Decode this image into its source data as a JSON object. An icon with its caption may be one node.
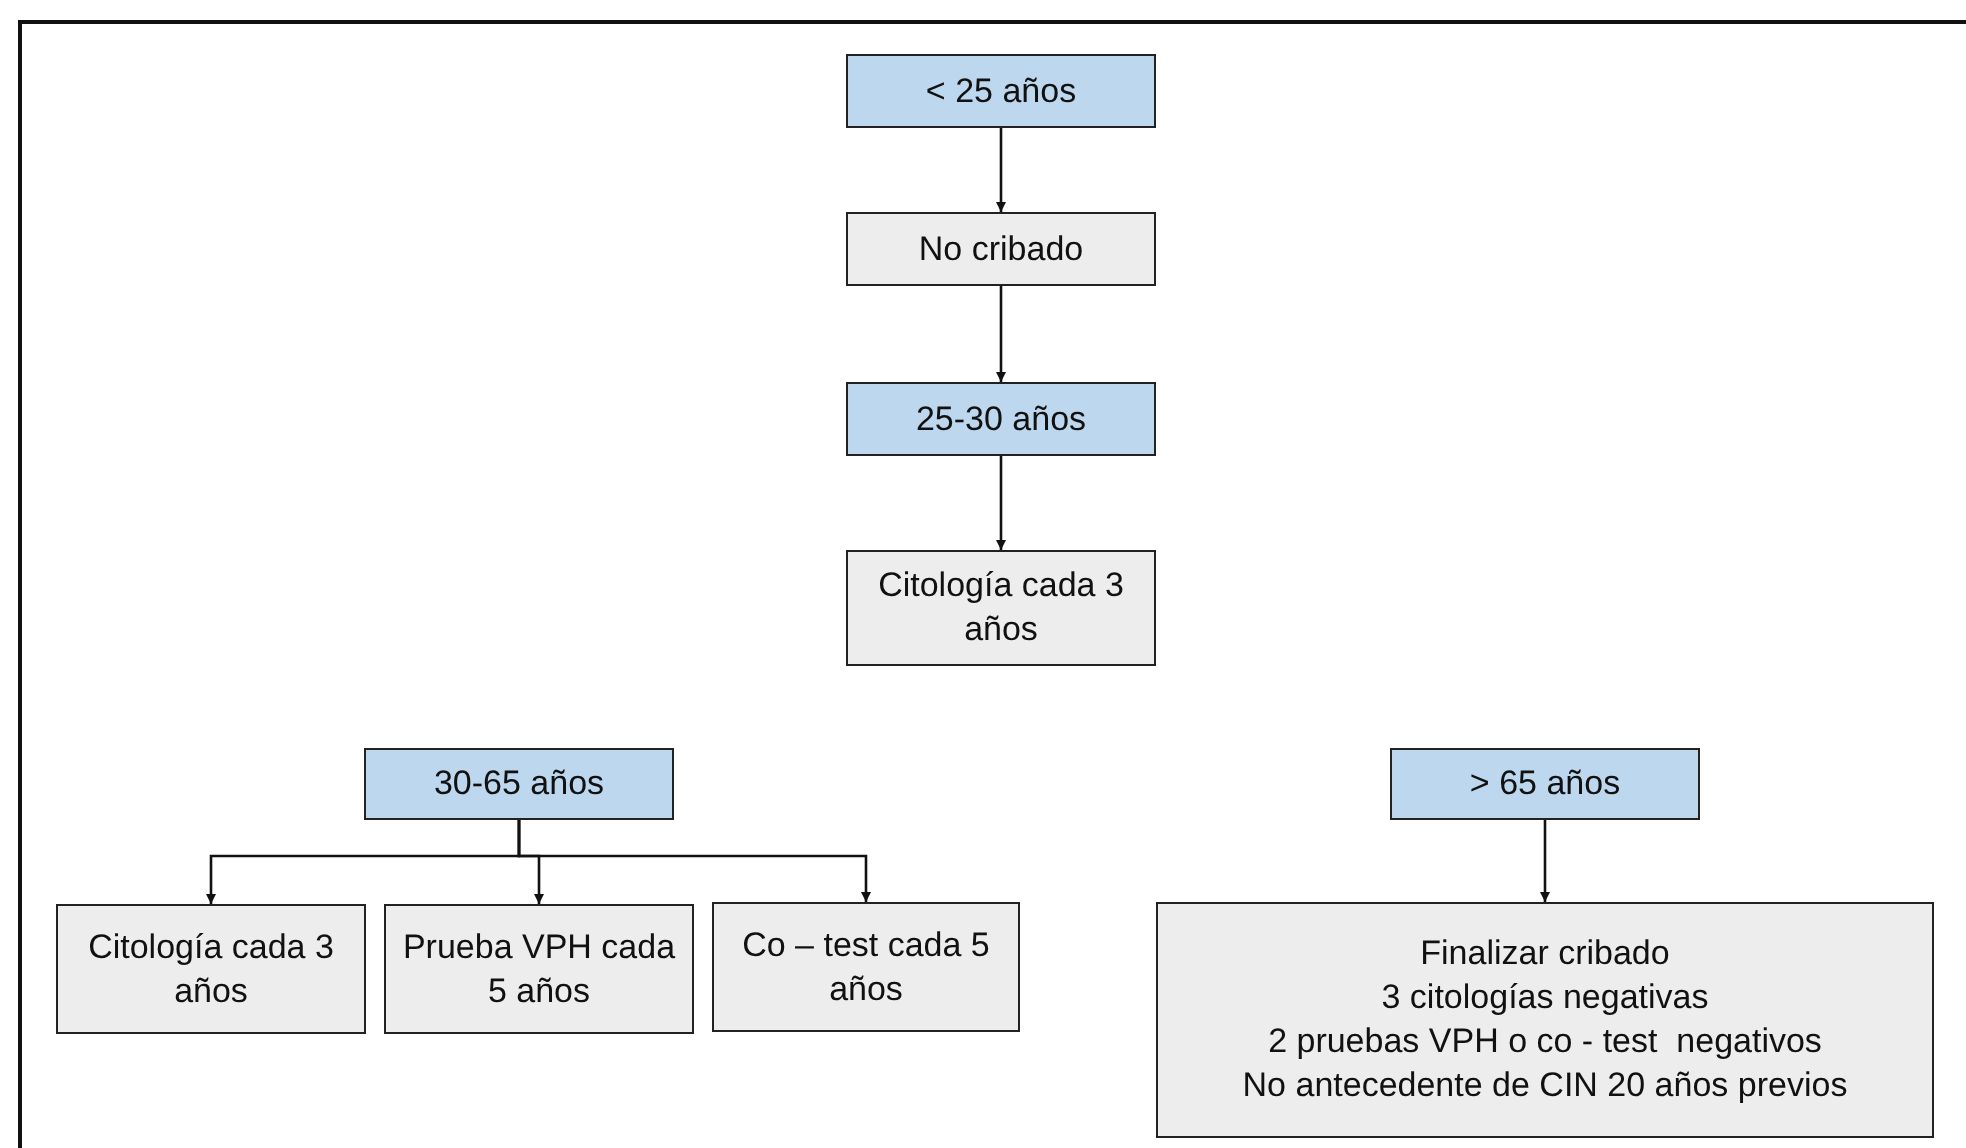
{
  "diagram": {
    "nodes": [
      {
        "text": [
          "< 25 años"
        ]
      },
      {
        "text": [
          "No cribado"
        ]
      },
      {
        "text": [
          "25-30 años"
        ]
      },
      {
        "text": [
          "Citología cada 3 años"
        ]
      },
      {
        "text": [
          "30-65 años"
        ]
      },
      {
        "text": [
          "> 65 años"
        ]
      },
      {
        "text": [
          "Citología cada 3 años"
        ]
      },
      {
        "text": [
          "Prueba VPH cada 5 años"
        ]
      },
      {
        "text": [
          "Co – test cada 5 años"
        ]
      },
      {
        "text": [
          "Finalizar cribado",
          "3 citologías negativas",
          "2 pruebas VPH o co - test  negativos",
          "No antecedente de CIN 20 años previos"
        ]
      }
    ],
    "edges": [
      {
        "from": 0,
        "to": 1,
        "arrow": "to"
      },
      {
        "from": 1,
        "to": 2,
        "arrow": "to"
      },
      {
        "from": 2,
        "to": 3,
        "arrow": "to"
      },
      {
        "from": 4,
        "to": 6,
        "arrow": "to"
      },
      {
        "from": 4,
        "to": 7,
        "arrow": "to"
      },
      {
        "from": 4,
        "to": 8,
        "arrow": "to"
      },
      {
        "from": 5,
        "to": 9,
        "arrow": "to"
      }
    ]
  }
}
